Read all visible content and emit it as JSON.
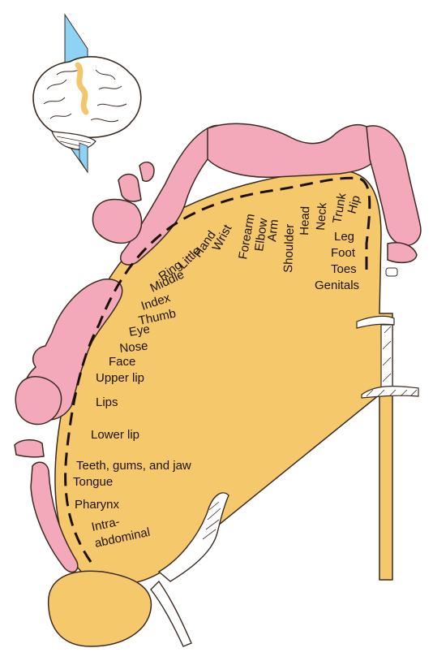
{
  "colors": {
    "cortex": "#f6c86c",
    "homunculus": "#f3a9b9",
    "outline": "#3a2a20",
    "brain_inset_plane": "#8fd3f4",
    "brain_inset_gyrus": "#f2c76b"
  },
  "labels": {
    "wrist": "Wrist",
    "hand": "Hand",
    "little": "Little",
    "ring": "Ring",
    "middle": "Middle",
    "index": "Index",
    "thumb": "Thumb",
    "eye": "Eye",
    "nose": "Nose",
    "face": "Face",
    "upper_lip": "Upper lip",
    "lips": "Lips",
    "lower_lip": "Lower lip",
    "teeth": "Teeth, gums, and jaw",
    "tongue": "Tongue",
    "pharynx": "Pharynx",
    "intra": "Intra-",
    "abdominal": "abdominal",
    "forearm": "Forearm",
    "elbow": "Elbow",
    "arm": "Arm",
    "shoulder": "Shoulder",
    "head": "Head",
    "neck": "Neck",
    "trunk": "Trunk",
    "hip": "Hip",
    "leg": "Leg",
    "foot": "Foot",
    "toes": "Toes",
    "genitals": "Genitals"
  }
}
